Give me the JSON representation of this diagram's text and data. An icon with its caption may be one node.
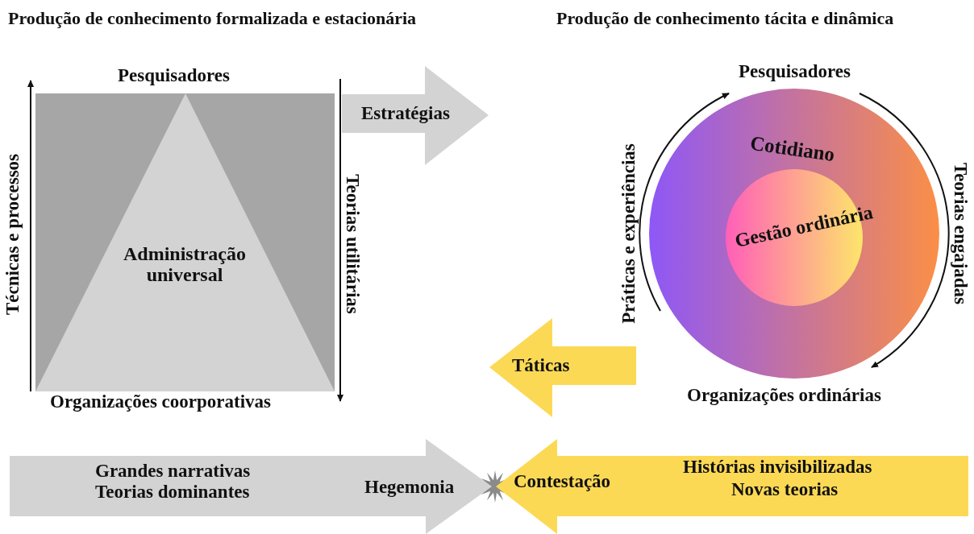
{
  "diagram": {
    "nodes": [
      {
        "text": [],
        "shape": "box"
      },
      {
        "text": [
          "Administração universal"
        ],
        "in": 0
      },
      {
        "text": [
          "Estratégias"
        ]
      },
      {
        "text": [
          "Cotidiano"
        ]
      },
      {
        "text": [
          "Gestão ordinária"
        ],
        "in": 3
      },
      {
        "text": [
          "Táticas"
        ]
      },
      {
        "text": [
          "Grandes narrativas",
          "Teorias dominantes",
          "Hegemonia"
        ]
      },
      {
        "text": [
          "Contestação",
          "Histórias invisibilizadas",
          "Novas teorias"
        ]
      }
    ],
    "labels": [
      "Produção de conhecimento formalizada e estacionária",
      "Produção de conhecimento tácita e dinâmica",
      "Pesquisadores",
      "Pesquisadores",
      "Técnicas e processos",
      "Teorias utilitárias",
      "Práticas e experiências",
      "Teorias engajadas",
      "Organizações coorporativas",
      "Organizações ordinárias"
    ]
  }
}
